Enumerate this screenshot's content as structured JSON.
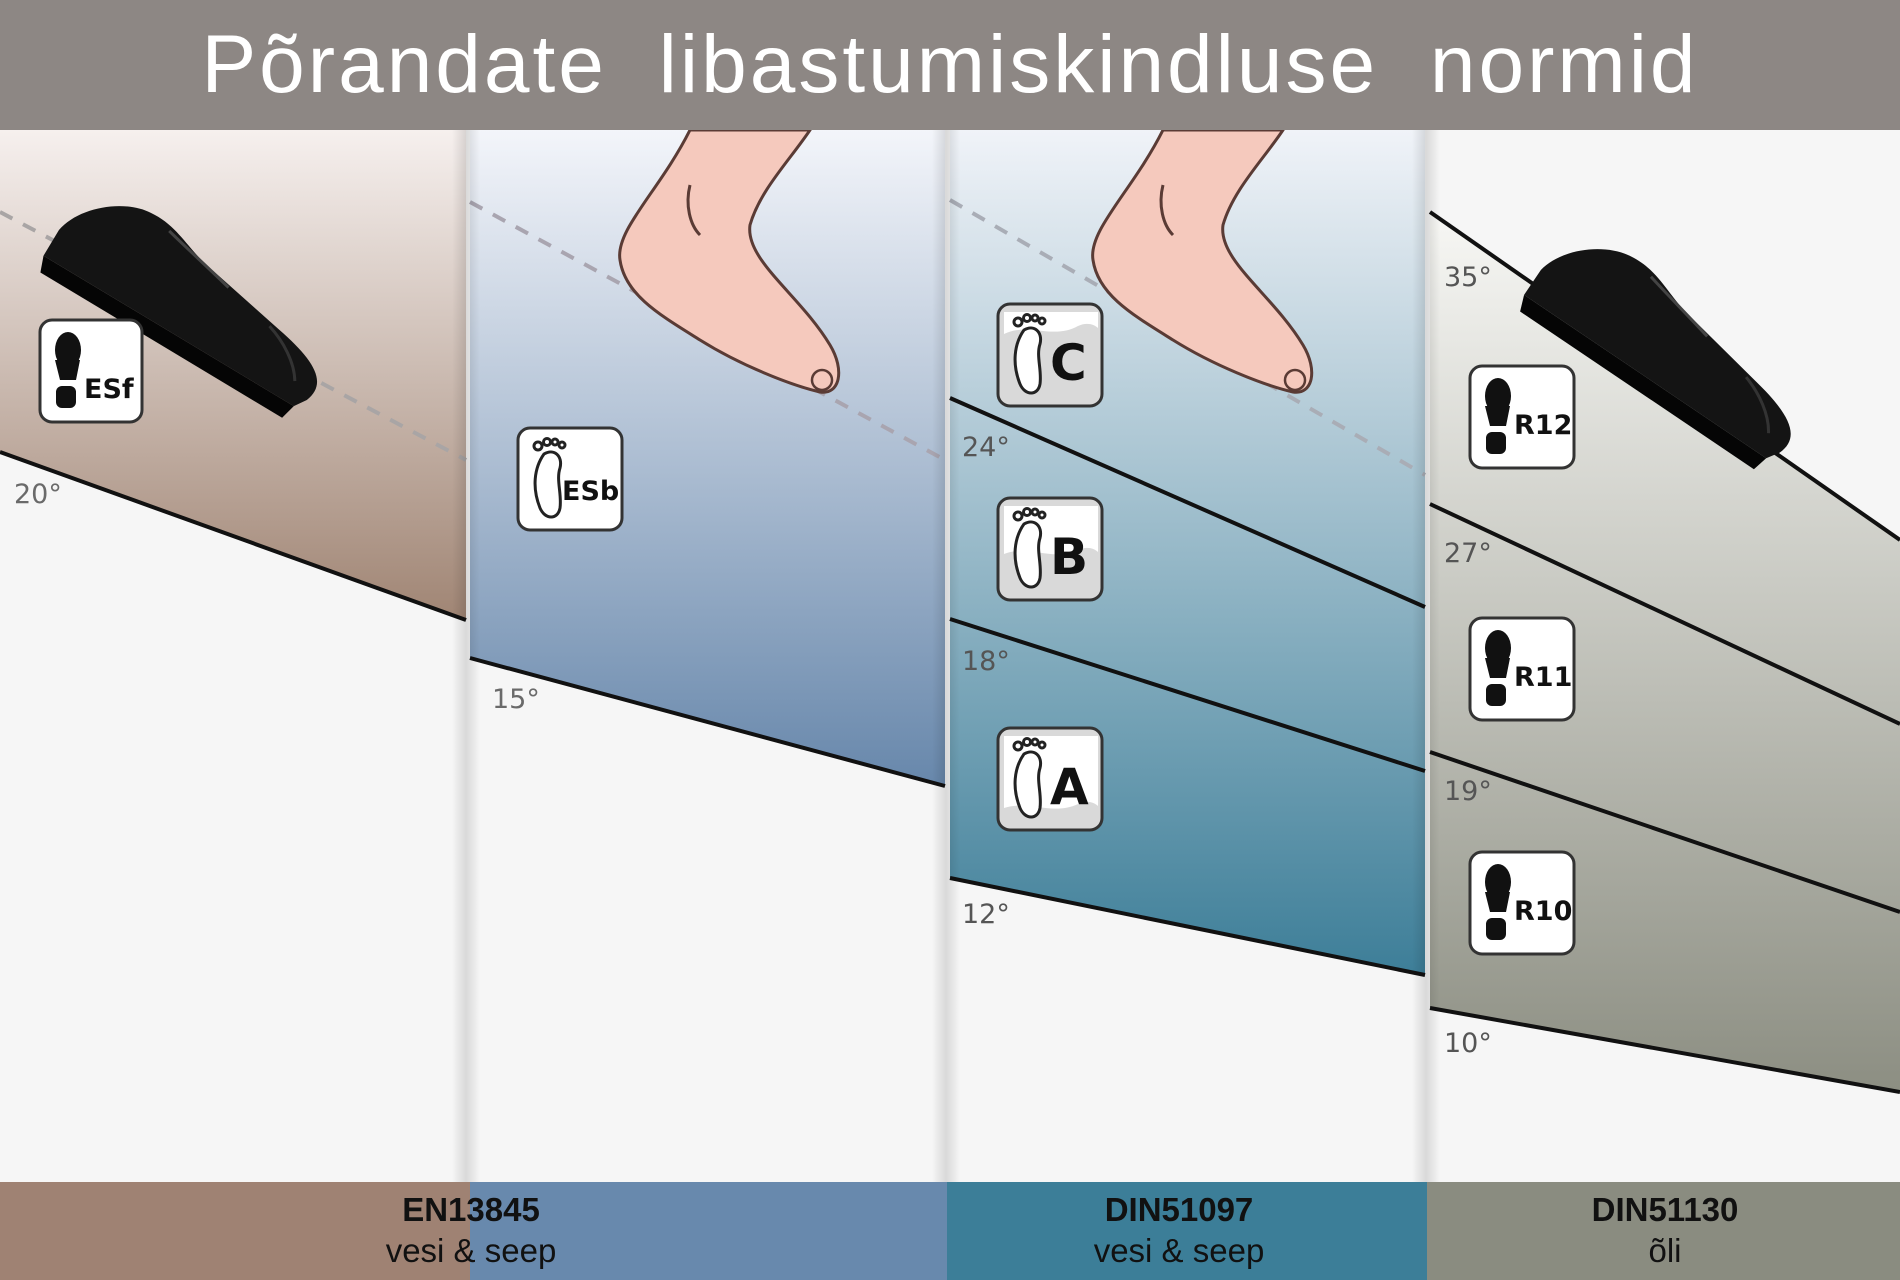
{
  "title": "Põrandate  libastumiskindluse  normid",
  "colors": {
    "header": "#8d8784",
    "en13845_shoe": "#9f8273",
    "en13845_barefoot": "#6889ad",
    "din51097": "#3c7e98",
    "din51130": "#8a8c80",
    "ramp_line": "#111111",
    "angle_text": "#666666"
  },
  "standards": [
    {
      "id": "en13845_shoe",
      "angles": [
        "20°"
      ],
      "badges": [
        {
          "label": "ESf",
          "icon": "shoe-sole-icon"
        }
      ]
    },
    {
      "id": "en13845_barefoot",
      "angles": [
        "15°"
      ],
      "badges": [
        {
          "label": "ESb",
          "icon": "footprint-icon"
        }
      ]
    },
    {
      "id": "din51097",
      "angles": [
        "24°",
        "18°",
        "12°"
      ],
      "badges": [
        {
          "label": "C",
          "icon": "footprint-water-icon"
        },
        {
          "label": "B",
          "icon": "footprint-water-icon"
        },
        {
          "label": "A",
          "icon": "footprint-water-icon"
        }
      ]
    },
    {
      "id": "din51130",
      "angles": [
        "35°",
        "27°",
        "19°",
        "10°"
      ],
      "badges": [
        {
          "label": "R12",
          "icon": "shoe-sole-icon"
        },
        {
          "label": "R11",
          "icon": "shoe-sole-icon"
        },
        {
          "label": "R10",
          "icon": "shoe-sole-icon"
        }
      ]
    }
  ],
  "footer": [
    {
      "name": "EN13845",
      "sub": "vesi & seep"
    },
    {
      "name": "DIN51097",
      "sub": "vesi & seep"
    },
    {
      "name": "DIN51130",
      "sub": "õli"
    }
  ]
}
